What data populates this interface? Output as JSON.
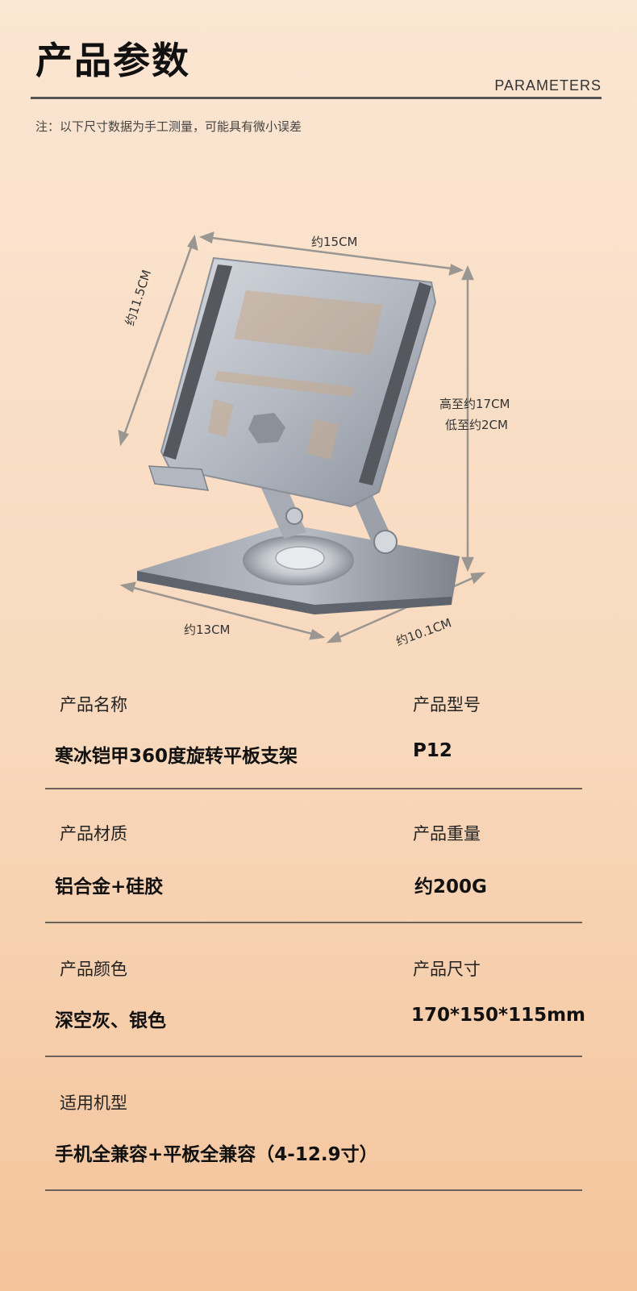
{
  "header": {
    "title": "产品参数",
    "subtitle_en": "PARAMETERS",
    "note": "注：以下尺寸数据为手工测量，可能具有微小误差"
  },
  "figure": {
    "dim_width_top": "约15CM",
    "dim_depth_left": "约11.5CM",
    "dim_height_line1": "高至约17CM",
    "dim_height_line2": "低至约2CM",
    "dim_base_width": "约13CM",
    "dim_base_depth": "约10.1CM",
    "colors": {
      "metal_light": "#c8ccd3",
      "metal_mid": "#9aa0aa",
      "metal_dark": "#6e737c",
      "pad": "#55585e"
    }
  },
  "specs": [
    {
      "left_label": "产品名称",
      "left_value": "寒冰铠甲360度旋转平板支架",
      "right_label": "产品型号",
      "right_value": "P12"
    },
    {
      "left_label": "产品材质",
      "left_value": "铝合金+硅胶",
      "right_label": "产品重量",
      "right_value": "约200G"
    },
    {
      "left_label": "产品颜色",
      "left_value": "深空灰、银色",
      "right_label": "产品尺寸",
      "right_value": "170*150*115mm"
    },
    {
      "left_label": "适用机型",
      "left_value": "手机全兼容+平板全兼容（4-12.9寸）"
    }
  ]
}
